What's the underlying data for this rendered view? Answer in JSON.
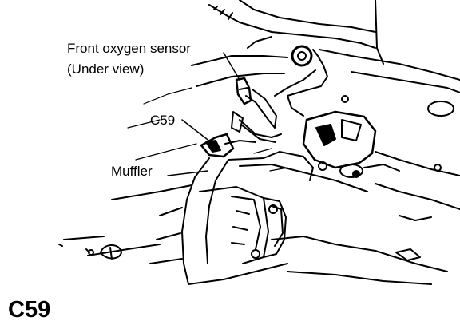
{
  "diagram": {
    "labels": {
      "sensor_line1": "Front oxygen sensor",
      "sensor_line2": "(Under view)",
      "connector": "C59",
      "muffler": "Muffler"
    },
    "figure_id": "C59",
    "colors": {
      "ink": "#000000",
      "paper": "#ffffff"
    }
  }
}
